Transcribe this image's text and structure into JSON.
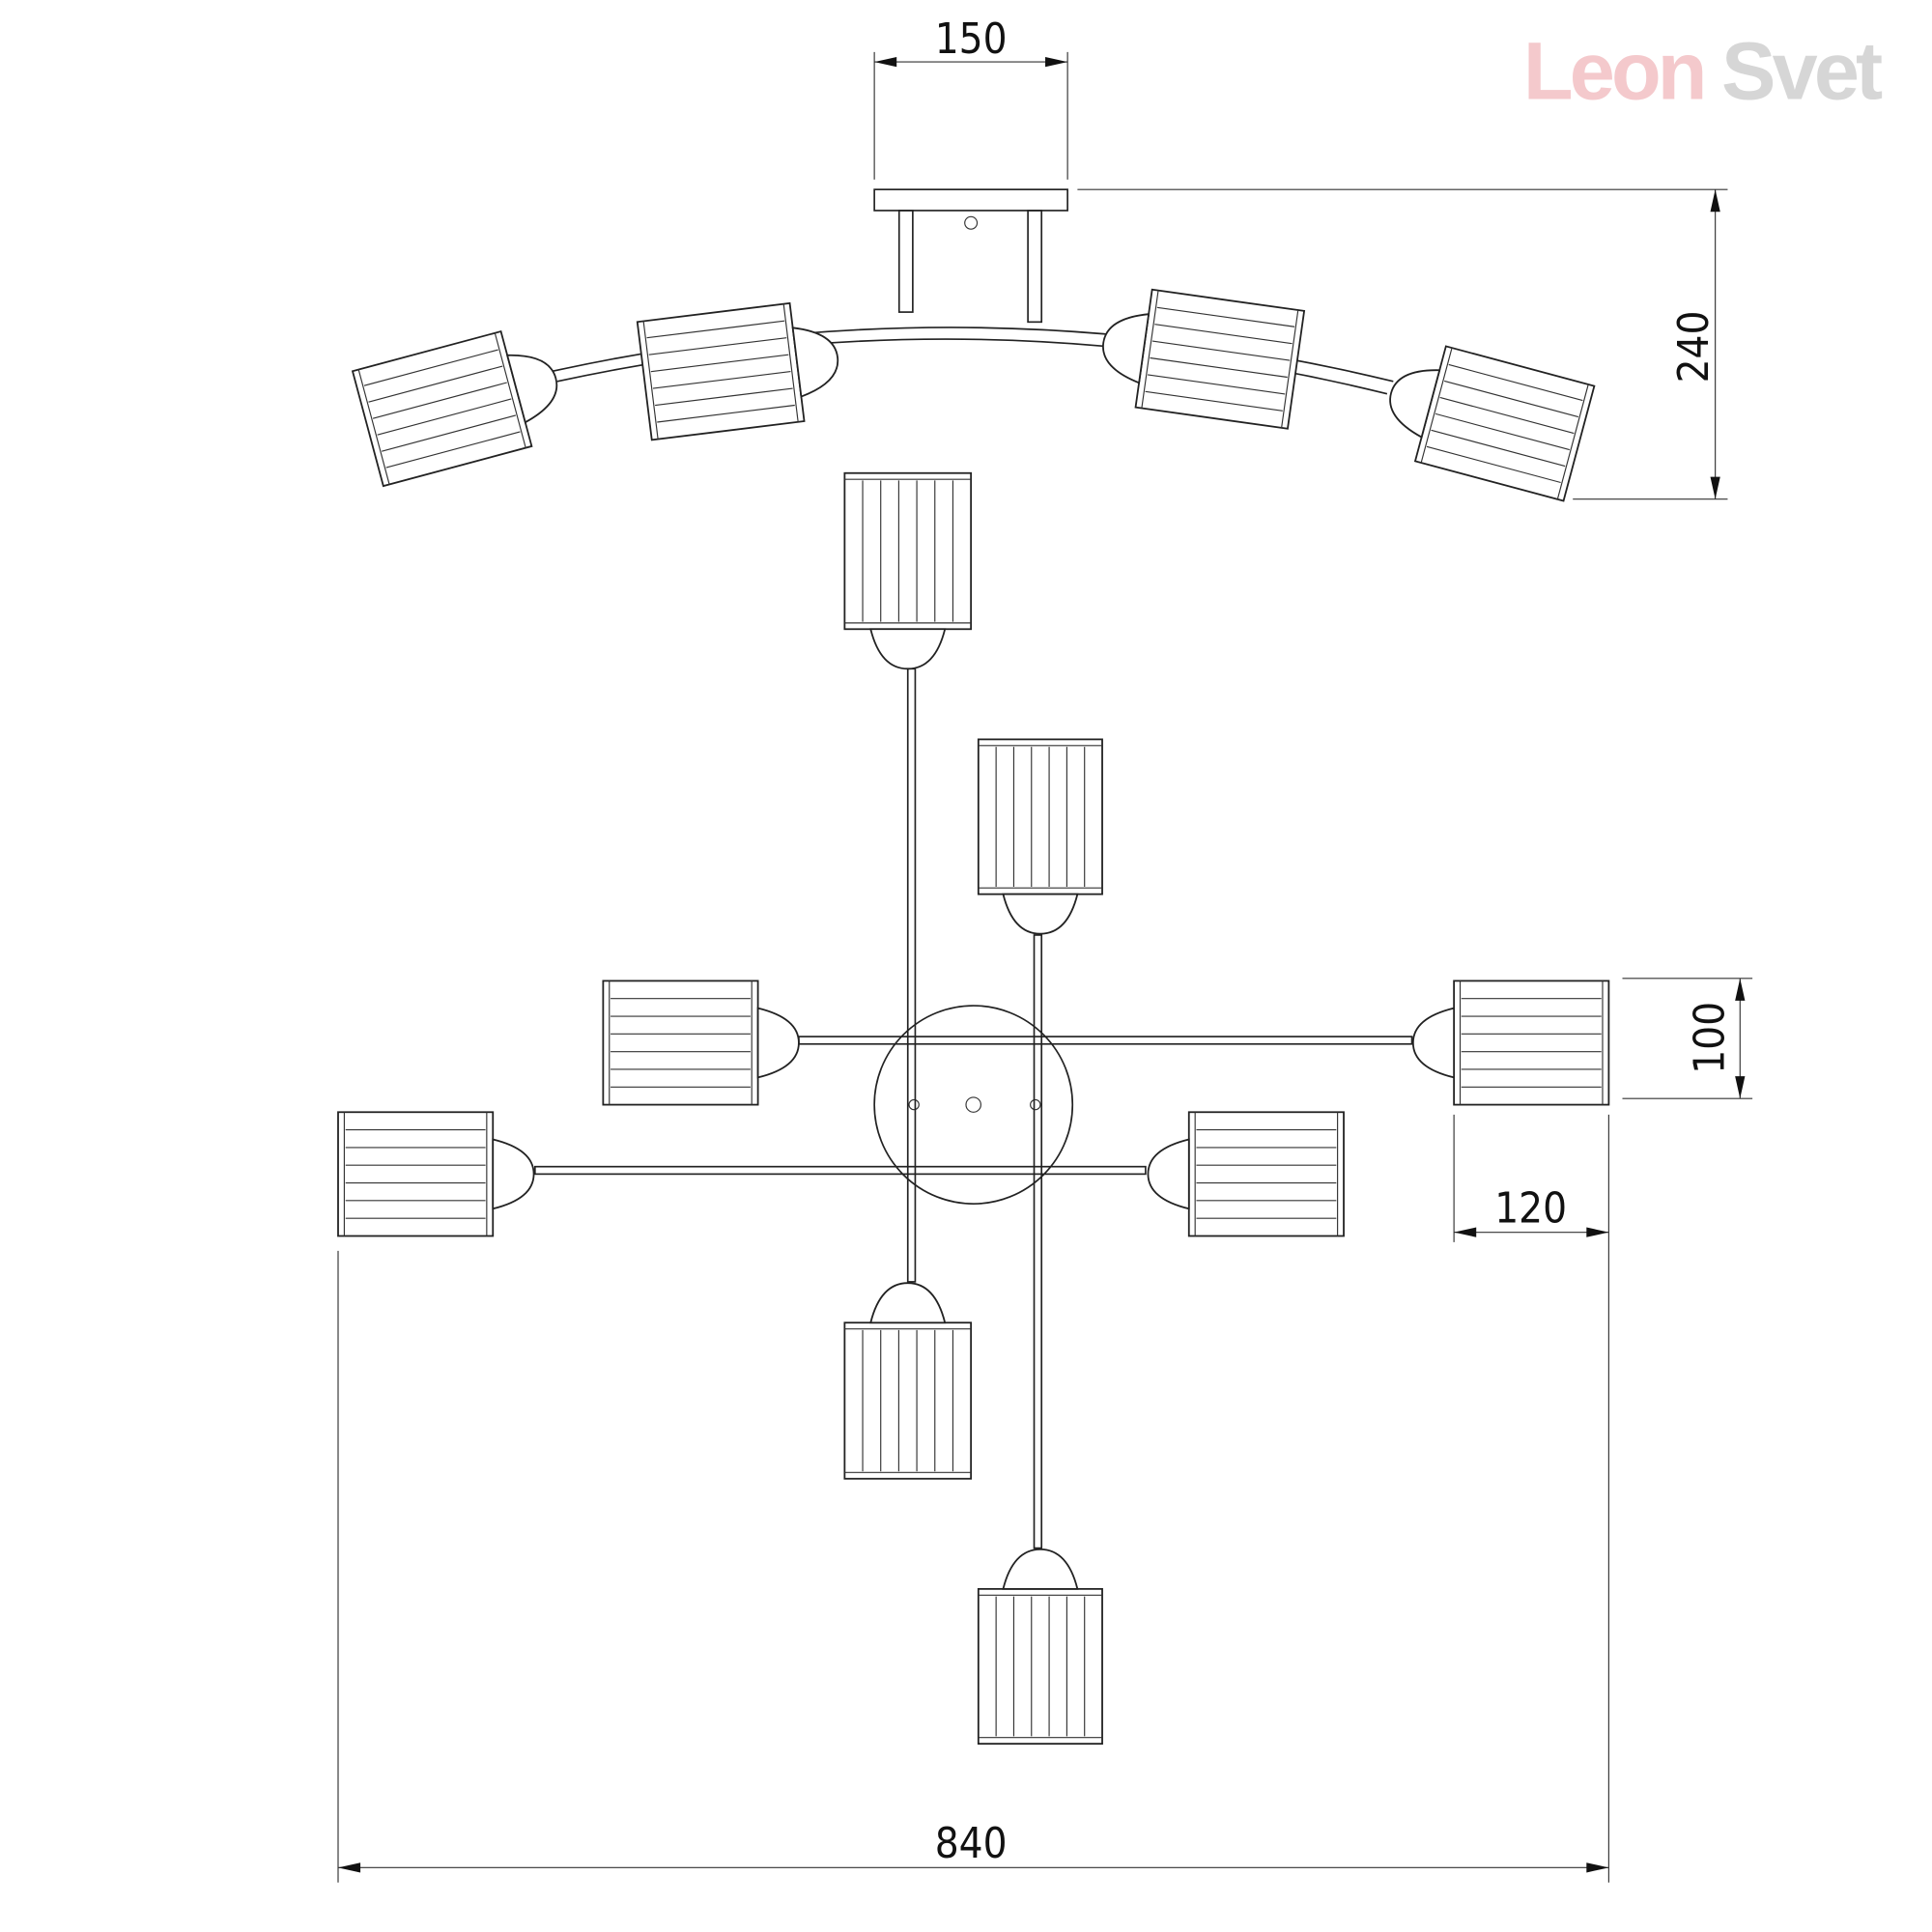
{
  "logo": {
    "part1": "Leon",
    "part2": "Svet",
    "color1": "#f4c9cc",
    "color2": "#d6d6d6"
  },
  "dimensions": {
    "canopy_width": "150",
    "height": "240",
    "shade_height": "100",
    "shade_length": "120",
    "total_width": "840"
  }
}
